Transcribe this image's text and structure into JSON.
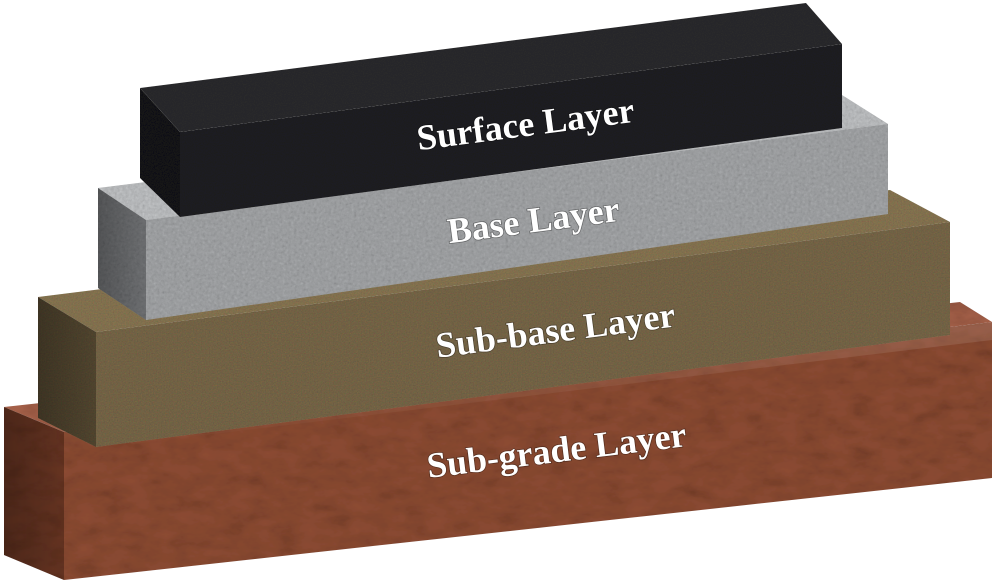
{
  "diagram": {
    "layers": [
      {
        "id": "surface",
        "label": "Surface Layer"
      },
      {
        "id": "base",
        "label": "Base Layer"
      },
      {
        "id": "subbase",
        "label": "Sub-base Layer"
      },
      {
        "id": "subgrade",
        "label": "Sub-grade Layer"
      }
    ],
    "colors": {
      "surface": "#1f1f21",
      "base": "#9a9c9e",
      "subbase": "#6e6148",
      "subgrade": "#8e4c33",
      "label": "#ffffff"
    }
  }
}
